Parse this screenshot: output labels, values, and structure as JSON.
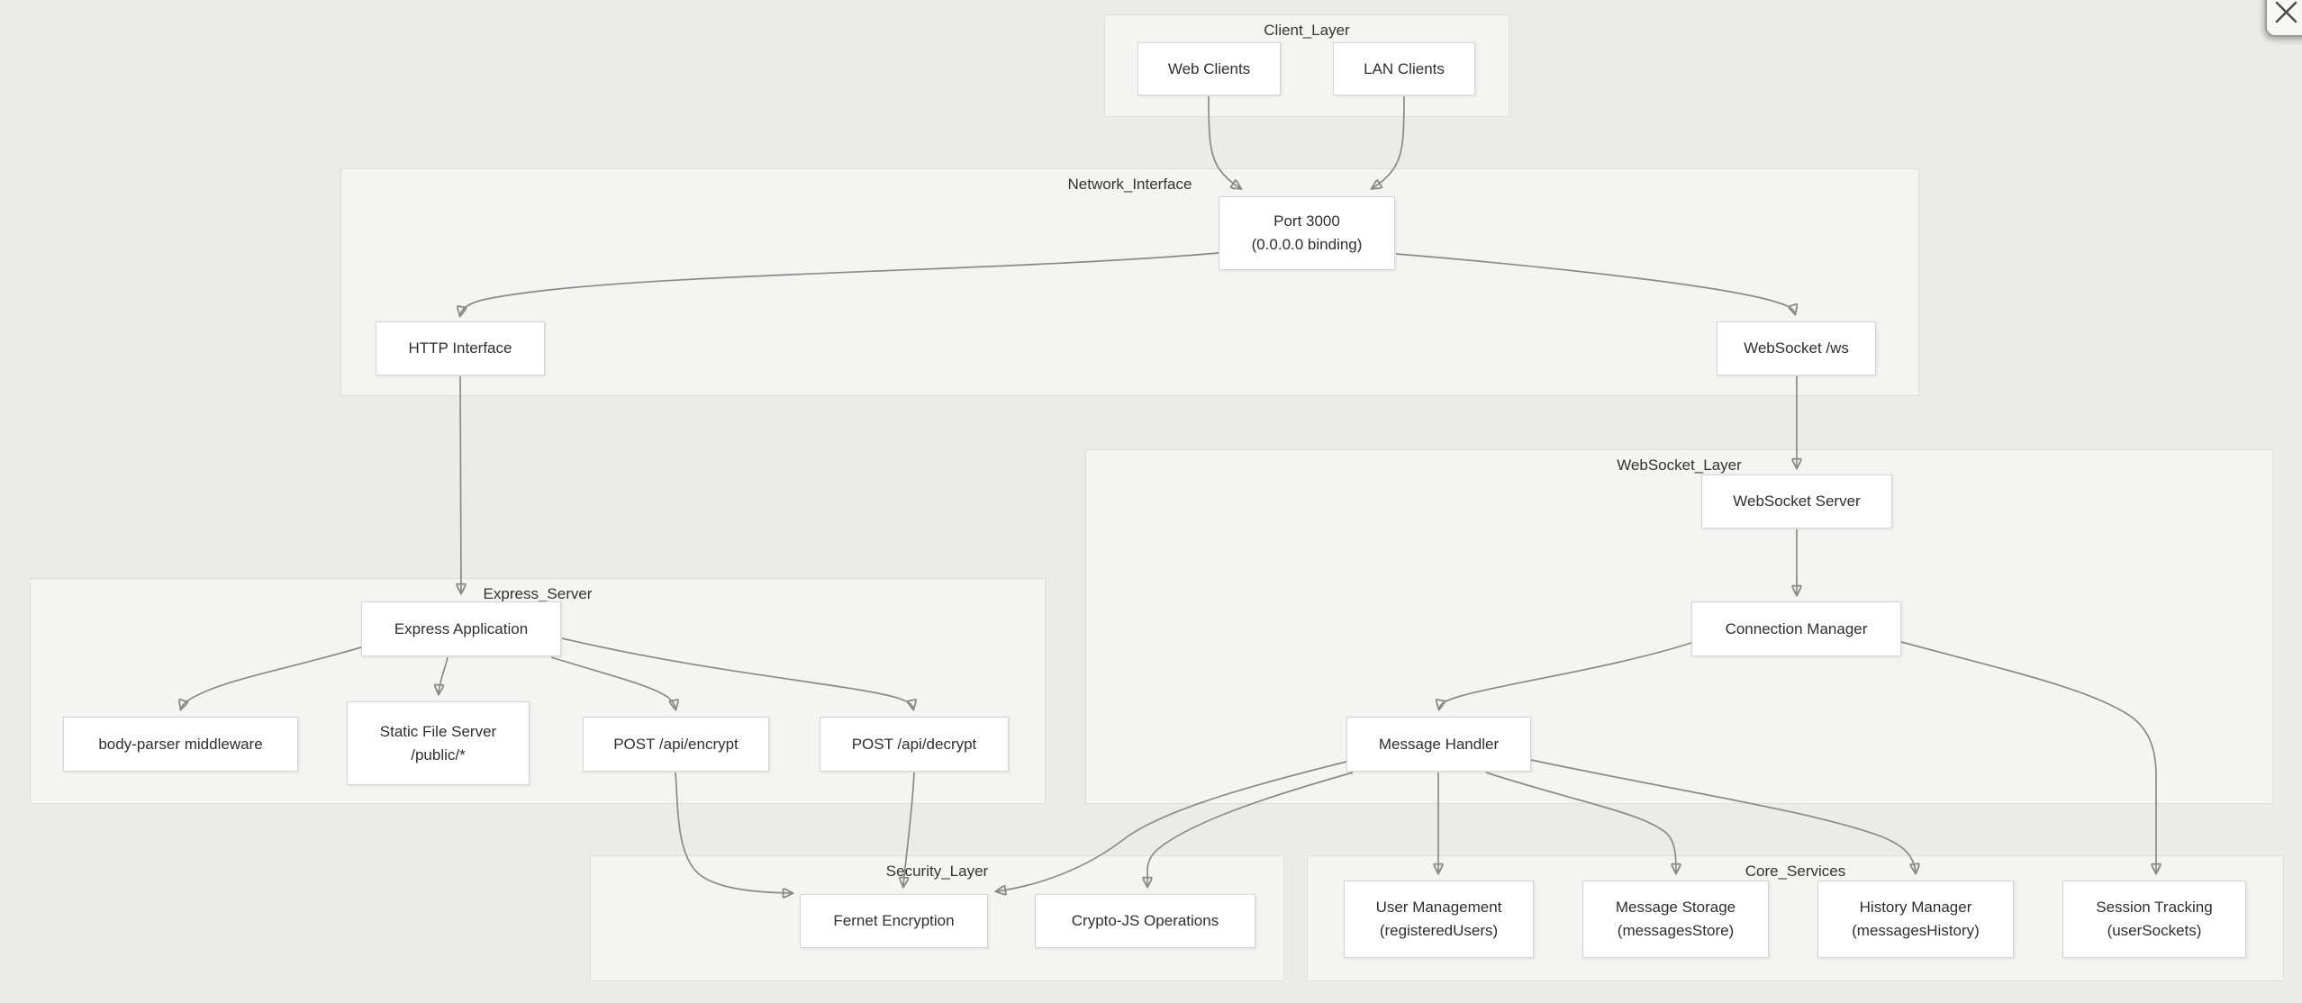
{
  "colors": {
    "page_background": "#ebebe9",
    "cluster_fill": "#f4f4f3",
    "cluster_border": "#dedede",
    "node_fill": "#ffffff",
    "node_border": "#d6d6d6",
    "edge": "#8a8a8a",
    "text": "#333333"
  },
  "close_button": {
    "icon": "close-icon"
  },
  "clusters": {
    "client_layer": {
      "label": "Client_Layer"
    },
    "network_interface": {
      "label": "Network_Interface"
    },
    "express_server": {
      "label": "Express_Server"
    },
    "websocket_layer": {
      "label": "WebSocket_Layer"
    },
    "security_layer": {
      "label": "Security_Layer"
    },
    "core_services": {
      "label": "Core_Services"
    }
  },
  "nodes": {
    "web_clients": {
      "label": "Web Clients"
    },
    "lan_clients": {
      "label": "LAN Clients"
    },
    "port3000": {
      "line1": "Port 3000",
      "line2": "(0.0.0.0 binding)"
    },
    "http_interface": {
      "label": "HTTP Interface"
    },
    "websocket_ws": {
      "label": "WebSocket /ws"
    },
    "websocket_server": {
      "label": "WebSocket Server"
    },
    "connection_manager": {
      "label": "Connection Manager"
    },
    "express_application": {
      "label": "Express Application"
    },
    "body_parser": {
      "label": "body-parser middleware"
    },
    "static_file_server": {
      "line1": "Static File Server",
      "line2": "/public/*"
    },
    "post_encrypt": {
      "label": "POST /api/encrypt"
    },
    "post_decrypt": {
      "label": "POST /api/decrypt"
    },
    "message_handler": {
      "label": "Message Handler"
    },
    "fernet_encryption": {
      "label": "Fernet Encryption"
    },
    "crypto_js": {
      "label": "Crypto-JS Operations"
    },
    "user_management": {
      "line1": "User Management",
      "line2": "(registeredUsers)"
    },
    "message_storage": {
      "line1": "Message Storage",
      "line2": "(messagesStore)"
    },
    "history_manager": {
      "line1": "History Manager",
      "line2": "(messagesHistory)"
    },
    "session_tracking": {
      "line1": "Session Tracking",
      "line2": "(userSockets)"
    }
  },
  "edges": [
    {
      "from": "Web Clients",
      "to": "Port 3000 (0.0.0.0 binding)"
    },
    {
      "from": "LAN Clients",
      "to": "Port 3000 (0.0.0.0 binding)"
    },
    {
      "from": "Port 3000 (0.0.0.0 binding)",
      "to": "HTTP Interface"
    },
    {
      "from": "Port 3000 (0.0.0.0 binding)",
      "to": "WebSocket /ws"
    },
    {
      "from": "HTTP Interface",
      "to": "Express Application"
    },
    {
      "from": "WebSocket /ws",
      "to": "WebSocket Server"
    },
    {
      "from": "WebSocket Server",
      "to": "Connection Manager"
    },
    {
      "from": "Connection Manager",
      "to": "Message Handler"
    },
    {
      "from": "Connection Manager",
      "to": "Session Tracking (userSockets)"
    },
    {
      "from": "Express Application",
      "to": "body-parser middleware"
    },
    {
      "from": "Express Application",
      "to": "Static File Server /public/*"
    },
    {
      "from": "Express Application",
      "to": "POST /api/encrypt"
    },
    {
      "from": "Express Application",
      "to": "POST /api/decrypt"
    },
    {
      "from": "POST /api/encrypt",
      "to": "Fernet Encryption"
    },
    {
      "from": "POST /api/decrypt",
      "to": "Fernet Encryption"
    },
    {
      "from": "Message Handler",
      "to": "Fernet Encryption"
    },
    {
      "from": "Message Handler",
      "to": "Crypto-JS Operations"
    },
    {
      "from": "Message Handler",
      "to": "User Management (registeredUsers)"
    },
    {
      "from": "Message Handler",
      "to": "Message Storage (messagesStore)"
    },
    {
      "from": "Message Handler",
      "to": "History Manager (messagesHistory)"
    }
  ]
}
